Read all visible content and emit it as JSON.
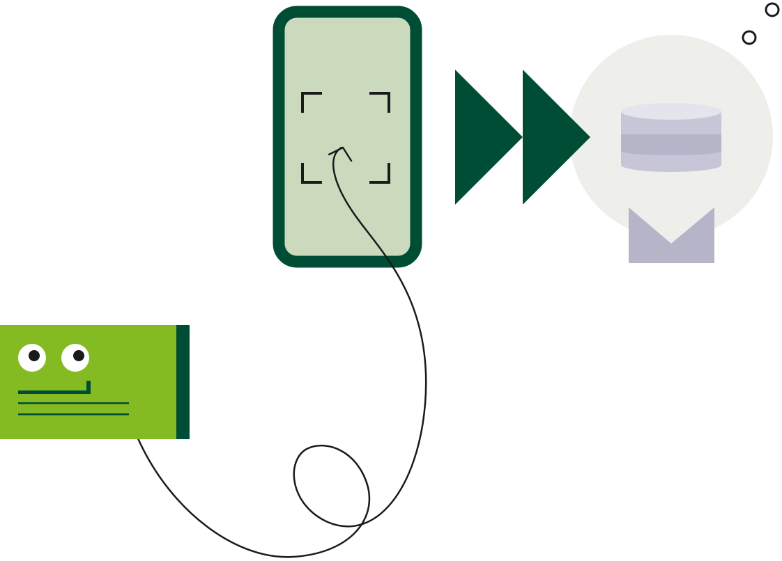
{
  "scene": {
    "type": "illustration",
    "content": [
      "card",
      "phone",
      "scan-frame",
      "tap-arrow",
      "forward-arrows",
      "database",
      "envelope",
      "thought-bubbles"
    ]
  },
  "colors": {
    "dark_green": "#004d35",
    "lime_green": "#84bb23",
    "pale_green": "#cbdabc",
    "light_gray": "#eeeeea",
    "lavender": "#b5b4c9",
    "lavender_light": "#c7c6d8",
    "lavender_top": "#e4e4ec",
    "black": "#1a1a1a",
    "white": "#ffffff"
  },
  "icons": {
    "card": "card-with-face-icon",
    "phone": "phone-icon",
    "scan": "scan-frame-icon",
    "arrows": "fast-forward-icon",
    "database": "database-icon",
    "envelope": "envelope-icon"
  }
}
